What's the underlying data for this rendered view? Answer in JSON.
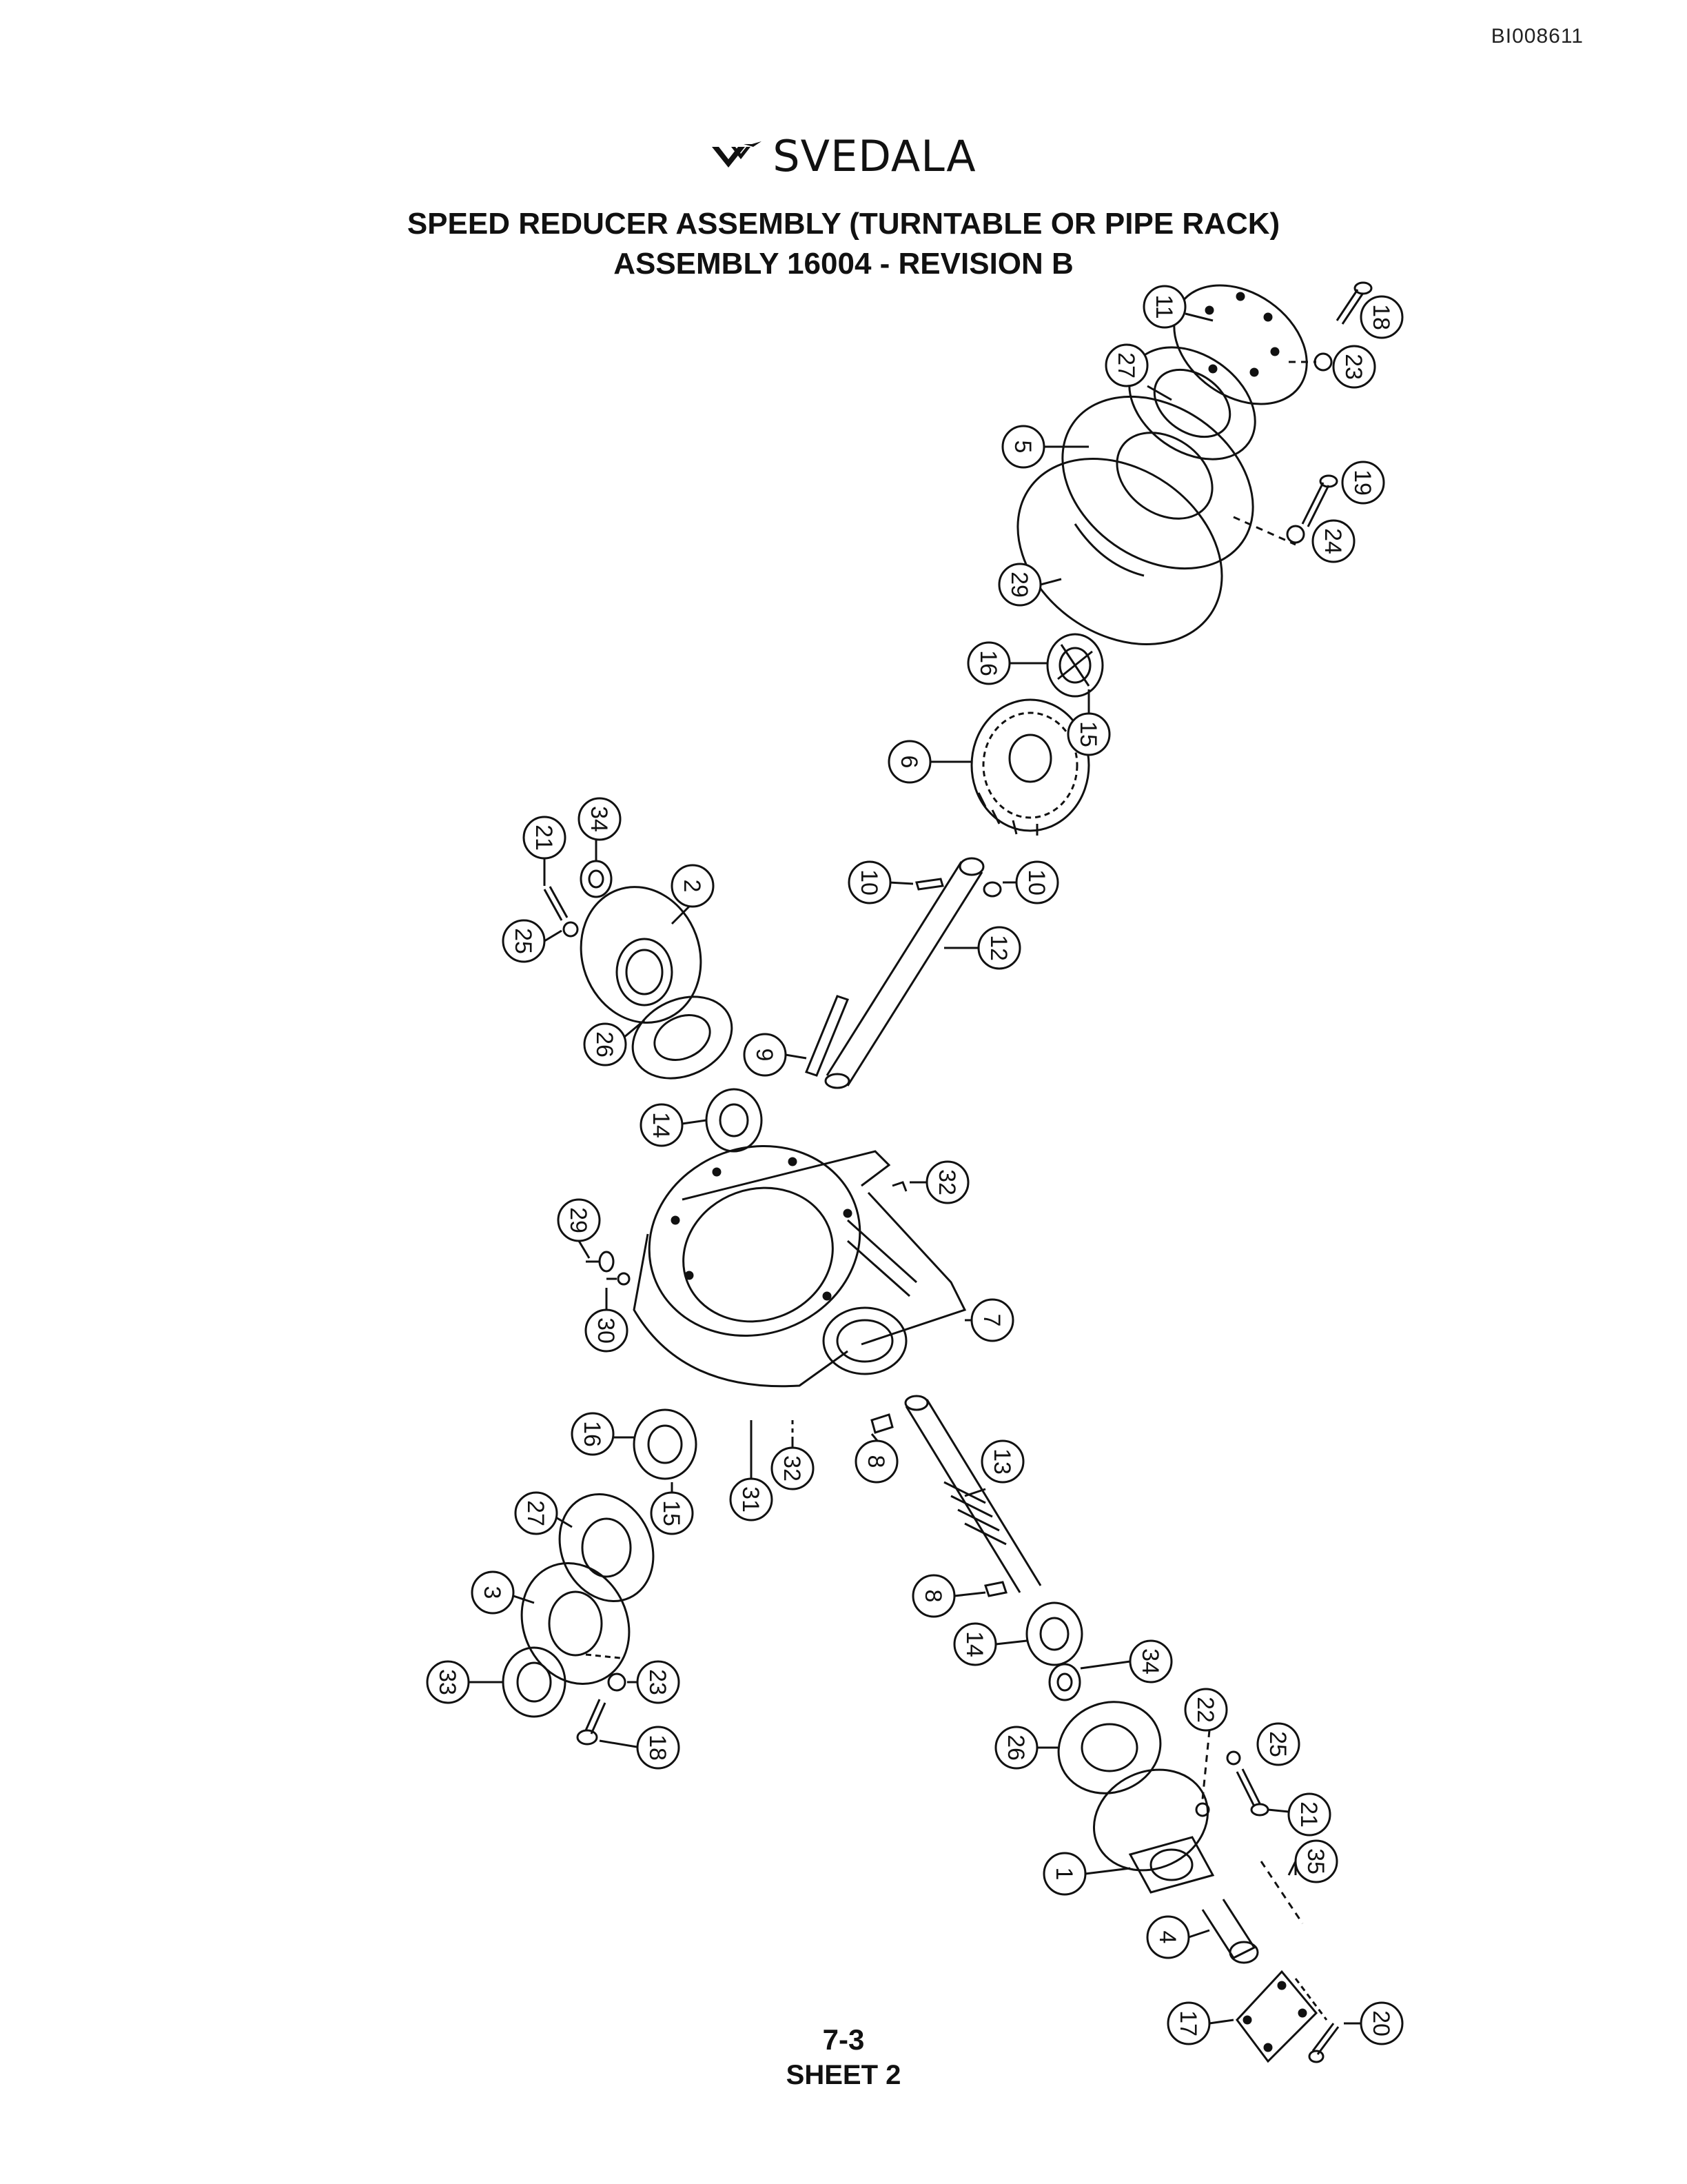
{
  "document_id": "BI008611",
  "brand": "SVEDALA",
  "title_line1": "SPEED REDUCER ASSEMBLY (TURNTABLE OR PIPE RACK)",
  "title_line2": "ASSEMBLY 16004 - REVISION B",
  "page_number": "7-3",
  "sheet": "SHEET 2",
  "callouts": [
    "11",
    "18",
    "27",
    "23",
    "5",
    "19",
    "24",
    "29",
    "16",
    "15",
    "6",
    "21",
    "34",
    "2",
    "10",
    "10",
    "12",
    "25",
    "26",
    "9",
    "14",
    "32",
    "29",
    "30",
    "7",
    "16",
    "15",
    "27",
    "31",
    "32",
    "8",
    "13",
    "3",
    "8",
    "14",
    "34",
    "33",
    "23",
    "22",
    "26",
    "25",
    "18",
    "21",
    "1",
    "35",
    "4",
    "17",
    "20"
  ]
}
